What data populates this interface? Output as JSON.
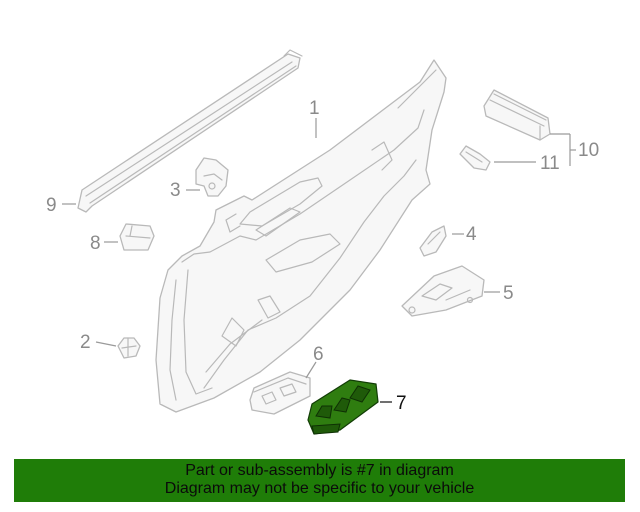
{
  "diagram": {
    "callouts": [
      "1",
      "2",
      "3",
      "4",
      "5",
      "6",
      "7",
      "8",
      "9",
      "10",
      "11"
    ],
    "highlighted_part": "7",
    "highlight_color": "#2f7d10"
  },
  "banner": {
    "line1": "Part or sub-assembly is #7 in diagram",
    "line2": "Diagram may not be specific to your vehicle",
    "background": "#1f7d08"
  }
}
